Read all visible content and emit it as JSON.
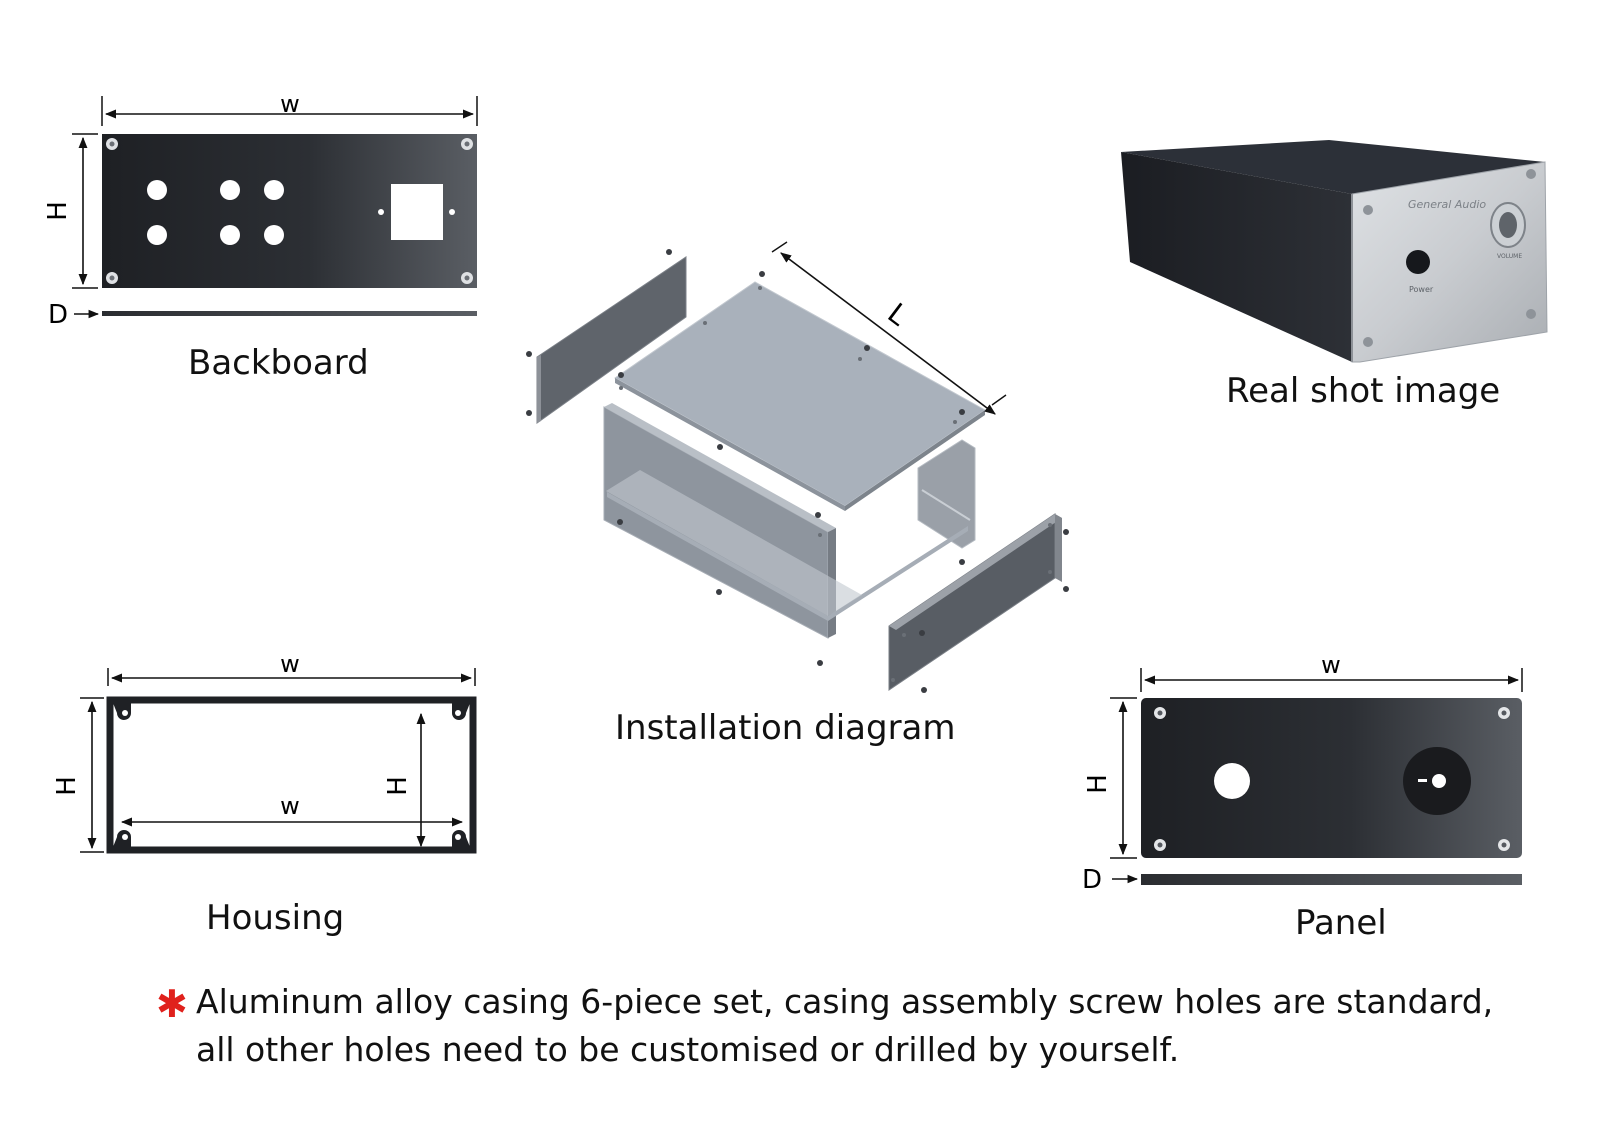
{
  "labels": {
    "backboard": "Backboard",
    "real_shot": "Real shot image",
    "installation": "Installation diagram",
    "housing": "Housing",
    "panel": "Panel"
  },
  "dimensions": {
    "w": "w",
    "h": "H",
    "d": "D",
    "l": "L"
  },
  "product_print": {
    "brand": "General Audio",
    "power": "Power",
    "volume": "VOLUME"
  },
  "note": {
    "line1": "Aluminum alloy casing 6-piece set, casing assembly screw holes are standard,",
    "line2": "all other holes need to be customised or drilled by yourself."
  },
  "colors": {
    "plate_dark": "#222428",
    "plate_light": "#55595f",
    "aluminum": "#aab0b8",
    "accent_star": "#e0211c"
  }
}
